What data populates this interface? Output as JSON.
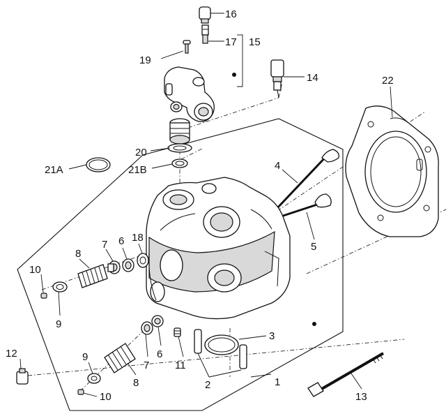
{
  "diagram": {
    "callouts": [
      {
        "id": "c16",
        "text": "16"
      },
      {
        "id": "c17",
        "text": "17"
      },
      {
        "id": "c15",
        "text": "15"
      },
      {
        "id": "c19",
        "text": "19"
      },
      {
        "id": "c14",
        "text": "14"
      },
      {
        "id": "c22",
        "text": "22"
      },
      {
        "id": "c4",
        "text": "4"
      },
      {
        "id": "c5",
        "text": "5"
      },
      {
        "id": "c20",
        "text": "20"
      },
      {
        "id": "c21a",
        "text": "21A"
      },
      {
        "id": "c21b",
        "text": "21B"
      },
      {
        "id": "c18",
        "text": "18"
      },
      {
        "id": "c7a",
        "text": "7"
      },
      {
        "id": "c6a",
        "text": "6"
      },
      {
        "id": "c8a",
        "text": "8"
      },
      {
        "id": "c10a",
        "text": "10"
      },
      {
        "id": "c9a",
        "text": "9"
      },
      {
        "id": "c3",
        "text": "3"
      },
      {
        "id": "c12",
        "text": "12"
      },
      {
        "id": "c9b",
        "text": "9"
      },
      {
        "id": "c7b",
        "text": "7"
      },
      {
        "id": "c6b",
        "text": "6"
      },
      {
        "id": "c11",
        "text": "11"
      },
      {
        "id": "c8b",
        "text": "8"
      },
      {
        "id": "c2",
        "text": "2"
      },
      {
        "id": "c1",
        "text": "1"
      },
      {
        "id": "c10b",
        "text": "10"
      },
      {
        "id": "c13",
        "text": "13"
      }
    ]
  }
}
